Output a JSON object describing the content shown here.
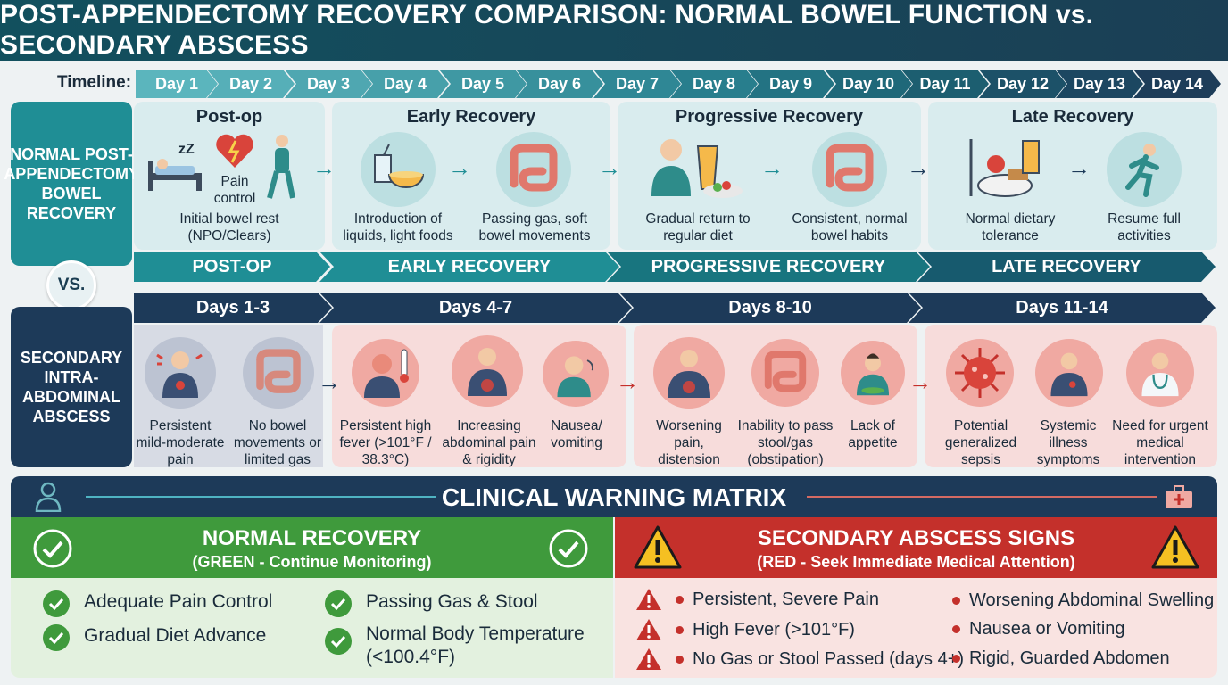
{
  "title": "POST-APPENDECTOMY RECOVERY COMPARISON: NORMAL BOWEL FUNCTION vs. SECONDARY ABSCESS",
  "timeline": {
    "label": "Timeline:",
    "days": [
      "Day 1",
      "Day 2",
      "Day 3",
      "Day 4",
      "Day 5",
      "Day 6",
      "Day 7",
      "Day 8",
      "Day 9",
      "Day 10",
      "Day 11",
      "Day 12",
      "Day 13",
      "Day 14"
    ]
  },
  "normal": {
    "side_label": "NORMAL POST-APPENDECTOMY BOWEL RECOVERY",
    "phases": [
      {
        "title": "Post-op",
        "banner": "POST-OP",
        "items": [
          {
            "icon": "sleeping-patient-icon",
            "caption": ""
          },
          {
            "icon": "pain-heart-icon",
            "caption": "Pain control"
          },
          {
            "icon": "walking-patient-icon",
            "caption": ""
          }
        ],
        "caption": "Initial bowel rest (NPO/Clears)"
      },
      {
        "title": "Early Recovery",
        "banner": "EARLY RECOVERY",
        "items": [
          {
            "icon": "liquids-bowl-icon",
            "caption": "Introduction of liquids, light foods"
          },
          {
            "icon": "intestine-gas-icon",
            "caption": "Passing gas, soft bowel movements"
          }
        ]
      },
      {
        "title": "Progressive Recovery",
        "banner": "PROGRESSIVE RECOVERY",
        "items": [
          {
            "icon": "eating-person-icon",
            "caption": "Gradual return to regular diet"
          },
          {
            "icon": "healthy-intestine-icon",
            "caption": "Consistent, normal bowel habits"
          }
        ]
      },
      {
        "title": "Late Recovery",
        "banner": "LATE RECOVERY",
        "items": [
          {
            "icon": "food-plate-icon",
            "caption": "Normal dietary tolerance"
          },
          {
            "icon": "running-person-icon",
            "caption": "Resume full activities"
          }
        ]
      }
    ]
  },
  "vs_label": "VS.",
  "abscess": {
    "side_label": "SECONDARY INTRA-ABDOMINAL ABSCESS",
    "phases": [
      {
        "days": "Days 1-3",
        "items": [
          {
            "icon": "chest-pain-person-icon",
            "caption": "Persistent mild-moderate pain"
          },
          {
            "icon": "intestine-icon",
            "caption": "No bowel movements or limited gas"
          }
        ]
      },
      {
        "days": "Days 4-7",
        "items": [
          {
            "icon": "fever-person-icon",
            "caption": "Persistent high fever (>101°F / 38.3°C)"
          },
          {
            "icon": "abdominal-pain-icon",
            "caption": "Increasing abdominal pain & rigidity"
          },
          {
            "icon": "nausea-person-icon",
            "caption": "Nausea/ vomiting"
          }
        ]
      },
      {
        "days": "Days 8-10",
        "items": [
          {
            "icon": "distension-person-icon",
            "caption": "Worsening pain, distension"
          },
          {
            "icon": "blocked-intestine-icon",
            "caption": "Inability to pass stool/gas (obstipation)"
          },
          {
            "icon": "no-appetite-icon",
            "caption": "Lack of appetite"
          }
        ]
      },
      {
        "days": "Days 11-14",
        "items": [
          {
            "icon": "bacteria-icon",
            "caption": "Potential generalized sepsis"
          },
          {
            "icon": "sick-person-icon",
            "caption": "Systemic illness symptoms"
          },
          {
            "icon": "doctor-icon",
            "caption": "Need for urgent medical intervention"
          }
        ]
      }
    ]
  },
  "matrix": {
    "title": "CLINICAL WARNING MATRIX",
    "normal": {
      "title": "NORMAL RECOVERY",
      "subtitle": "(GREEN - Continue Monitoring)",
      "items": [
        "Adequate Pain Control",
        "Gradual Diet Advance",
        "Passing Gas & Stool",
        "Normal Body Temperature (<100.4°F)"
      ]
    },
    "abscess": {
      "title": "SECONDARY ABSCESS SIGNS",
      "subtitle": "(RED - Seek Immediate Medical Attention)",
      "items": [
        "Persistent, Severe Pain",
        "High Fever (>101°F)",
        "No Gas or Stool Passed (days 4+)",
        "Worsening Abdominal Swelling",
        "Nausea or Vomiting",
        "Rigid, Guarded Abdomen"
      ]
    }
  },
  "colors": {
    "teal": "#1f8e95",
    "navy": "#1d3a59",
    "green": "#3f9a3c",
    "red": "#c4302b"
  }
}
